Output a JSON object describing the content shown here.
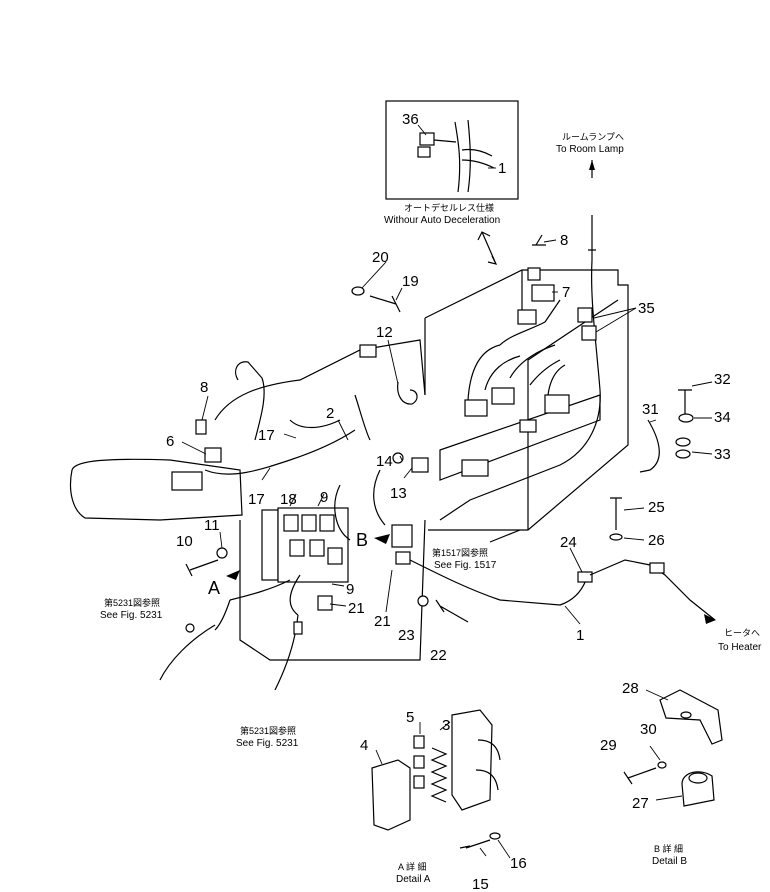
{
  "inset": {
    "caption_jp": "オートデセルレス仕様",
    "caption_en": "Withour Auto Deceleration"
  },
  "room_lamp": {
    "jp": "ルームランプへ",
    "en": "To Room Lamp"
  },
  "heater": {
    "jp": "ヒータへ",
    "en": "To Heater"
  },
  "ref_1517": {
    "jp": "第1517図参照",
    "en": "See Fig. 1517"
  },
  "ref_5231_left": {
    "jp": "第5231図参照",
    "en": "See Fig. 5231"
  },
  "ref_5231_bottom": {
    "jp": "第5231図参照",
    "en": "See Fig. 5231"
  },
  "detail_a": {
    "jp": "A 詳 細",
    "en": "Detail A"
  },
  "detail_b": {
    "jp": "B 詳 細",
    "en": "Detail B"
  },
  "view_markers": {
    "a": "A",
    "b": "B"
  },
  "callouts": {
    "n1a": "1",
    "n1b": "1",
    "n2": "2",
    "n3": "3",
    "n4": "4",
    "n5": "5",
    "n6": "6",
    "n7": "7",
    "n8a": "8",
    "n8b": "8",
    "n9a": "9",
    "n9b": "9",
    "n10": "10",
    "n11": "11",
    "n12": "12",
    "n13": "13",
    "n14": "14",
    "n15": "15",
    "n16": "16",
    "n17a": "17",
    "n17b": "17",
    "n18": "18",
    "n19": "19",
    "n20": "20",
    "n21a": "21",
    "n21b": "21",
    "n22": "22",
    "n23": "23",
    "n24": "24",
    "n25": "25",
    "n26": "26",
    "n27": "27",
    "n28": "28",
    "n29": "29",
    "n30": "30",
    "n31": "31",
    "n32": "32",
    "n33": "33",
    "n34": "34",
    "n35": "35",
    "n36": "36"
  }
}
